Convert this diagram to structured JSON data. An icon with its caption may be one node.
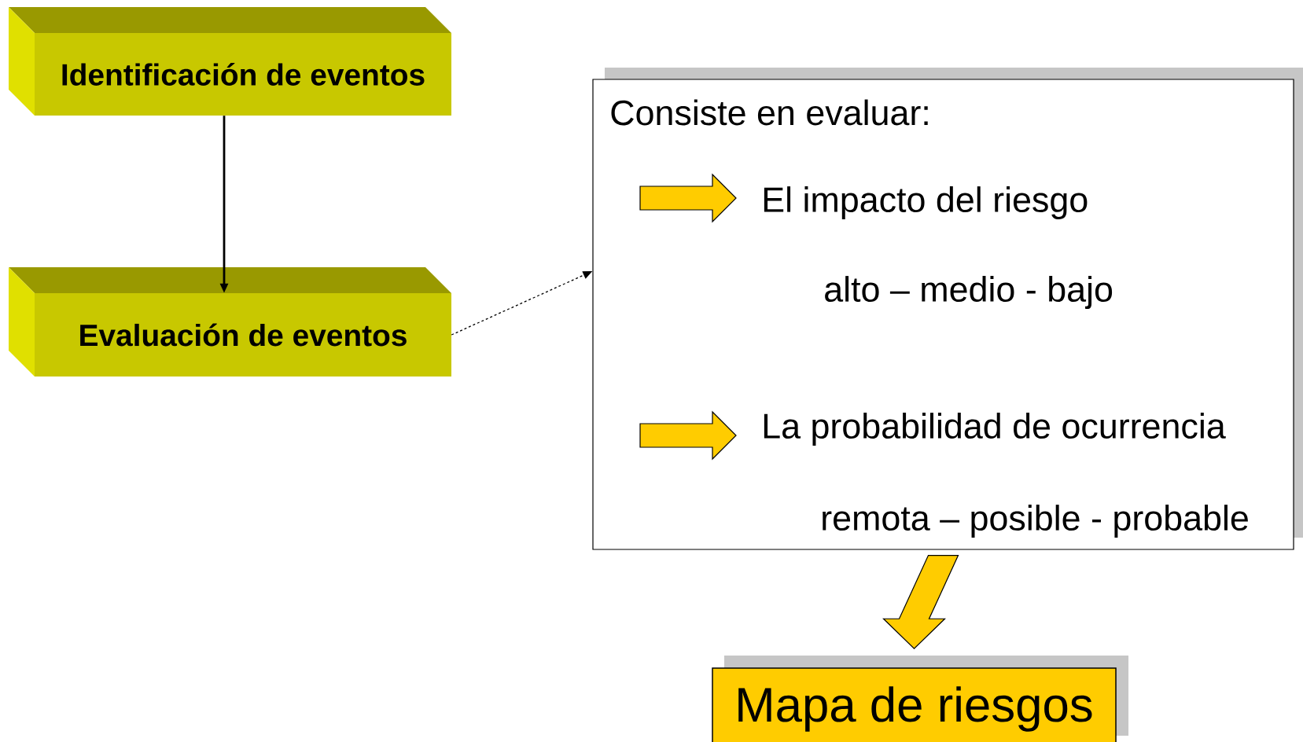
{
  "diagram": {
    "nodes": [
      {
        "text": [
          "Identificación de eventos"
        ]
      },
      {
        "text": [
          "Evaluación de eventos"
        ]
      },
      {
        "text": [
          "Consiste en evaluar:",
          "El impacto del riesgo",
          "alto – medio - bajo",
          "La probabilidad de ocurrencia",
          "remota – posible - probable"
        ]
      },
      {
        "text": [
          "Mapa de riesgos"
        ]
      }
    ],
    "edges": [
      {
        "from": 0,
        "to": 1,
        "arrow": "to"
      },
      {
        "from": 1,
        "to": 2,
        "arrow": "to",
        "style": "dashed"
      },
      {
        "from": 2,
        "to": 3,
        "arrow": "to",
        "color": "#ffcc00"
      }
    ]
  }
}
